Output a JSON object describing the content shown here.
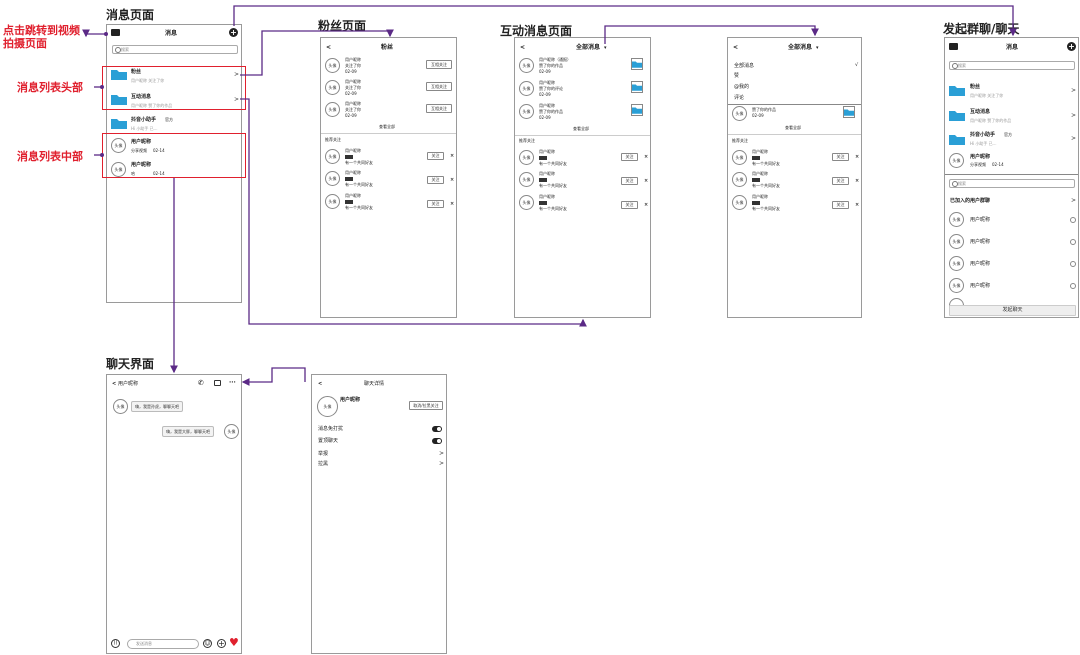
{
  "titles": {
    "message": "消息页面",
    "fans": "粉丝页面",
    "interact": "互动消息页面",
    "group": "发起群聊/聊天",
    "chat": "聊天界面"
  },
  "annotations": {
    "jump": "点击跳转到视频\n拍摄页面",
    "head": "消息列表头部",
    "middle": "消息列表中部"
  },
  "colors": {
    "arrow": "#5b2a86",
    "accent": "#e0202e",
    "folder": "#2a9fd6"
  },
  "common": {
    "avatar": "头像",
    "user_nick": "用户昵称",
    "back": "<",
    "chev": ">",
    "close": "×",
    "follow": "关注",
    "mutual_follow": "互相关注",
    "view_all": "查看全部",
    "recommend": "推荐关注",
    "mutual_friend": "有一个共同好友",
    "date": "02-09"
  },
  "message": {
    "header_title": "消息",
    "search": "搜索",
    "fans_title": "粉丝",
    "fans_sub": "用户昵称 关注了你",
    "interact_title": "互动消息",
    "interact_sub": "用户昵称 赞了你的作品",
    "helper_title": "抖音小助手",
    "helper_badge": "官方",
    "helper_sub": "Hi 小助手 已...",
    "user1_name": "用户昵称",
    "user1_sub": "分享视频",
    "user1_time": "02-14",
    "user2_name": "用户昵称",
    "user2_sub": "哈",
    "user2_time": "02-14"
  },
  "fans": {
    "header_title": "粉丝",
    "followed_you": "关注了你"
  },
  "interact": {
    "header_title": "全部消息",
    "arrow": "▾",
    "item1_name": "用户昵称（通报）",
    "liked_work": "赞了你的作品",
    "liked_comment": "赞了你的评论",
    "menu": [
      "全部消息",
      "赞",
      "@我的",
      "评论"
    ],
    "check": "√"
  },
  "group": {
    "header_title": "消息",
    "search": "搜索",
    "joined": "已加入的用户群聊",
    "button": "发起聊天"
  },
  "chat": {
    "header_title": "用户昵称",
    "msg1": "嗨，我是孙虎，聊聊天吧",
    "msg2": "嗨，我是大胖，聊聊天吧",
    "input_placeholder": "发送消息"
  },
  "chat_detail": {
    "header_title": "聊天详情",
    "report_block": "取消/拉黑关注",
    "mute": "消息免打扰",
    "pin": "置顶聊天",
    "report": "举报",
    "blacklist": "拉黑"
  }
}
